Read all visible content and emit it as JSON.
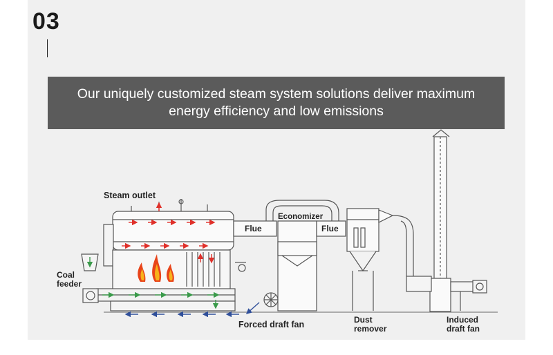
{
  "step": {
    "number": "03"
  },
  "banner": {
    "text": "Our uniquely customized steam system solutions deliver maximum energy efficiency and low emissions"
  },
  "diagram": {
    "labels": {
      "steam_outlet": "Steam outlet",
      "flue_1": "Flue",
      "economizer": "Economizer",
      "flue_2": "Flue",
      "coal": "Coal",
      "feeder": "feeder",
      "forced_draft_fan": "Forced draft fan",
      "dust": "Dust",
      "remover": "remover",
      "induced": "Induced",
      "draft_fan": "draft fan"
    },
    "colors": {
      "line": "#555555",
      "flame_outer": "#e8441a",
      "flame_inner": "#f7b21b",
      "arrow_red": "#e0302a",
      "arrow_green": "#3a9a4a",
      "arrow_blue": "#2f4f9a"
    }
  }
}
